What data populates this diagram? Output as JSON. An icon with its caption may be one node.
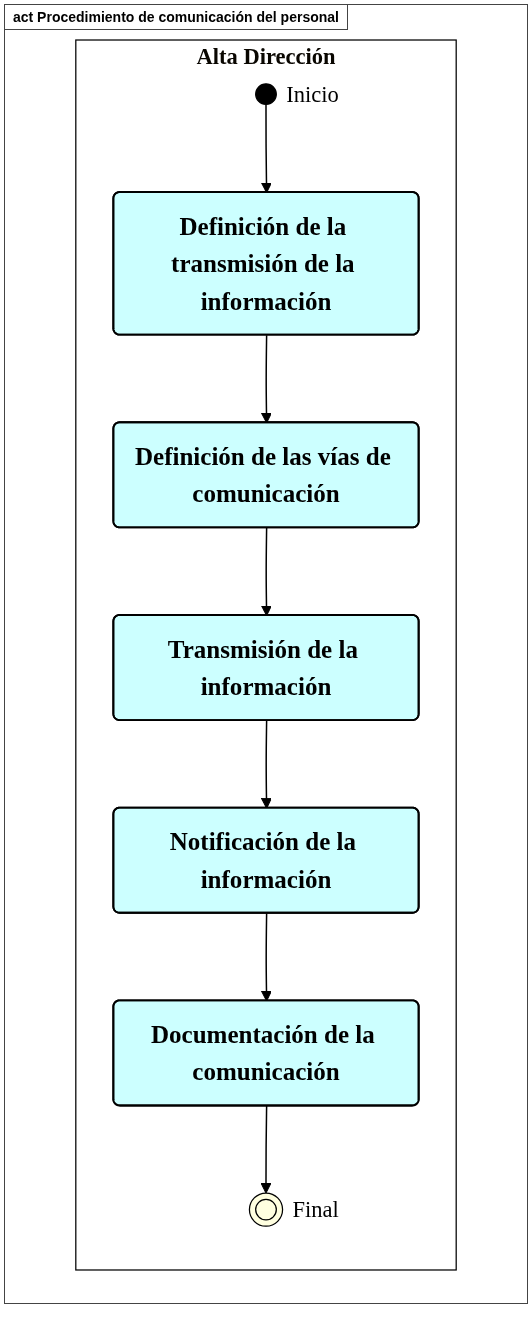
{
  "diagram": {
    "title": "act Procedimiento de comunicación del personal",
    "nodes": [
      {
        "text": [
          "Alta Dirección"
        ]
      },
      {
        "text": [],
        "shape": "circle",
        "in": 0,
        "beside": [
          "Inicio"
        ]
      },
      {
        "text": [
          "Definición de la transmisión de la información"
        ],
        "in": 0
      },
      {
        "text": [
          "Definición de las vías de comunicación"
        ],
        "in": 0
      },
      {
        "text": [
          "Transmisión de la información"
        ],
        "in": 0
      },
      {
        "text": [
          "Notificación de la información"
        ],
        "in": 0
      },
      {
        "text": [
          "Documentación de la comunicación"
        ],
        "in": 0
      },
      {
        "text": [],
        "shape": "circle",
        "in": 0,
        "beside": [
          "Final"
        ]
      }
    ],
    "edges": [
      {
        "from": 1,
        "to": 2,
        "arrow": "to"
      },
      {
        "from": 2,
        "to": 3,
        "arrow": "to"
      },
      {
        "from": 3,
        "to": 4,
        "arrow": "to"
      },
      {
        "from": 4,
        "to": 5,
        "arrow": "to"
      },
      {
        "from": 5,
        "to": 6,
        "arrow": "to"
      },
      {
        "from": 6,
        "to": 7,
        "arrow": "to"
      }
    ]
  }
}
